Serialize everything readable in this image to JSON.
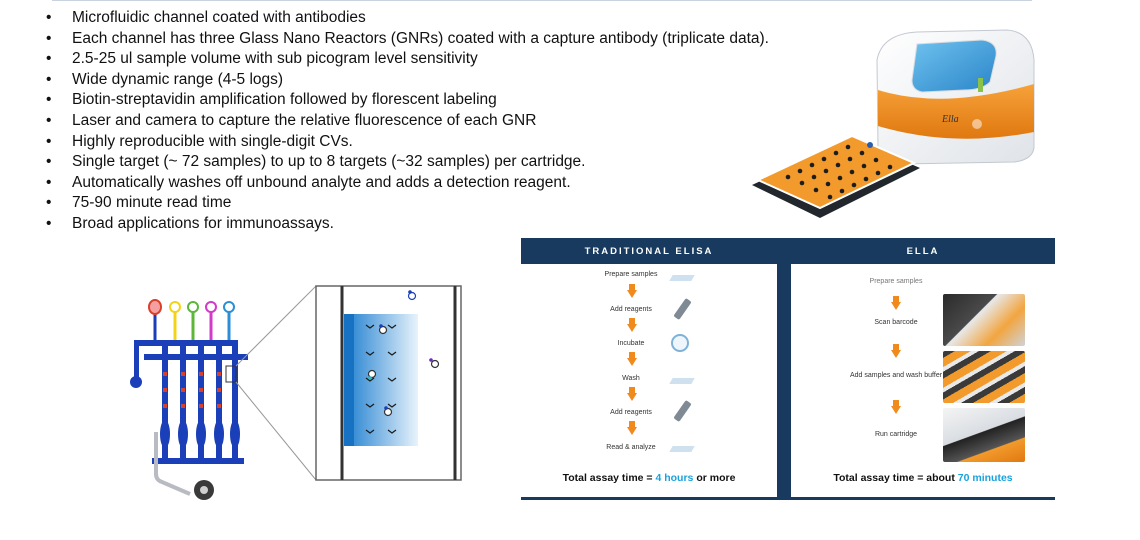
{
  "bullets": [
    "Microfluidic channel coated with antibodies",
    "Each channel has three Glass Nano Reactors (GNRs) coated with a capture antibody (triplicate data).",
    "2.5-25 ul sample volume with sub picogram level sensitivity",
    "Wide dynamic range (4-5 logs)",
    "Biotin-streptavidin amplification followed by florescent labeling",
    "Laser and camera to capture the relative fluorescence of each GNR",
    "Highly reproducible with single-digit CVs.",
    "Single target (~ 72 samples) to up to 8 targets (~32 samples) per cartridge.",
    "Automatically washes off unbound analyte and adds a detection reagent.",
    "75-90 minute read time",
    "Broad applications for immunoassays."
  ],
  "bullet_symbol": "•",
  "device": {
    "logo_text": "Ella"
  },
  "traditional": {
    "title": "TRADITIONAL ELISA",
    "steps": [
      "Prepare samples",
      "Add reagents",
      "Incubate",
      "Wash",
      "Add reagents",
      "Read & analyze"
    ],
    "total_prefix": "Total assay time = ",
    "total_value": "4 hours",
    "total_suffix": " or more"
  },
  "ella": {
    "title": "ELLA",
    "steps": [
      "Prepare samples",
      "Scan barcode",
      "Add samples and wash buffer",
      "Run cartridge"
    ],
    "total_prefix": "Total assay time = about ",
    "total_value": "70 minutes"
  },
  "colors": {
    "navy": "#173a5e",
    "orange": "#f08a1c",
    "highlight_blue": "#1aa2dc",
    "channel_blue": "#1a3fb8",
    "capture_red": "#d9402a"
  }
}
